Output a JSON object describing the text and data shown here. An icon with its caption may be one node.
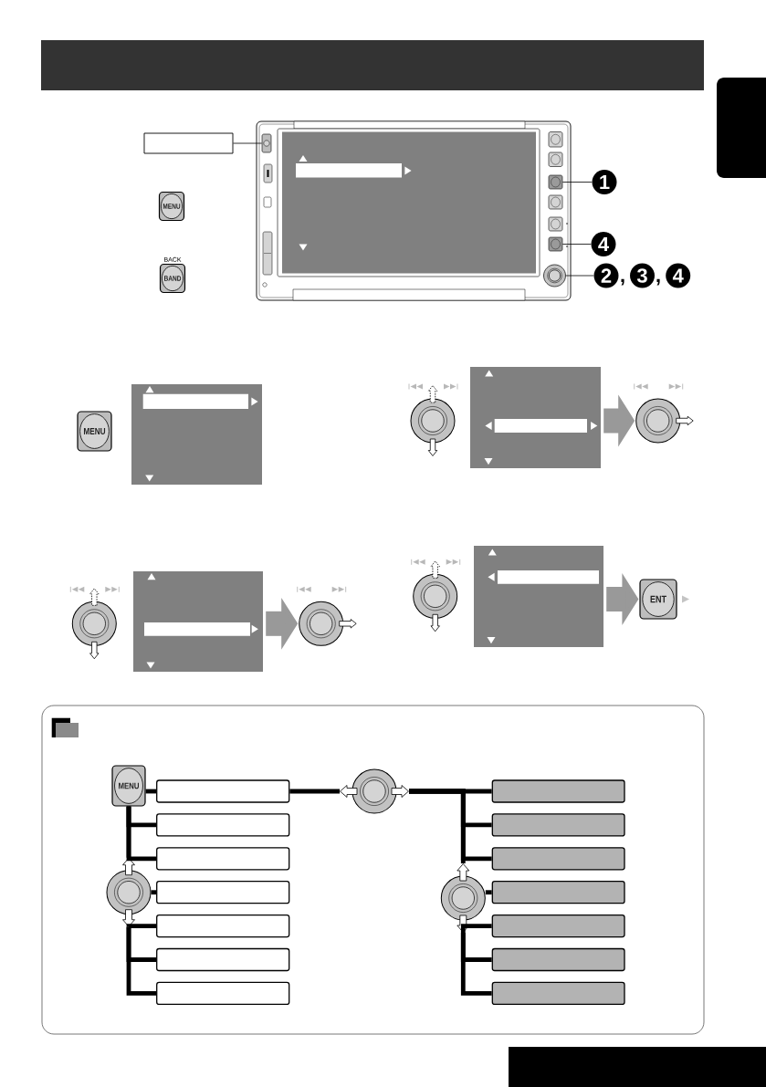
{
  "diagram": {
    "nodes": [
      {
        "text": [],
        "shape": "box"
      },
      {
        "text": [],
        "shape": "picture"
      },
      {
        "text": [],
        "shape": "box",
        "in": 1
      },
      {
        "text": [],
        "shape": "box",
        "in": 1
      },
      {
        "text": [],
        "shape": "box",
        "in": 1
      },
      {
        "text": [],
        "shape": "circle",
        "in": 1
      },
      {
        "text": [
          "1"
        ]
      },
      {
        "text": [
          "4"
        ]
      },
      {
        "text": [
          "2"
        ]
      },
      {
        "text": [
          "3"
        ]
      },
      {
        "text": [
          "4"
        ]
      },
      {
        "text": [
          "MENU"
        ]
      },
      {
        "text": [
          "BAND"
        ],
        "beside": [
          "BACK"
        ]
      },
      {
        "text": [
          "MENU"
        ]
      },
      {
        "text": [],
        "shape": "box"
      },
      {
        "text": [],
        "shape": "circle"
      },
      {
        "text": [],
        "shape": "box"
      },
      {
        "text": [],
        "shape": "circle"
      },
      {
        "text": [],
        "shape": "circle"
      },
      {
        "text": [],
        "shape": "box"
      },
      {
        "text": [],
        "shape": "circle"
      },
      {
        "text": [],
        "shape": "circle"
      },
      {
        "text": [],
        "shape": "box"
      },
      {
        "text": [
          "ENT"
        ]
      },
      {
        "text": [],
        "shape": "box"
      },
      {
        "text": [
          "MENU"
        ],
        "in": 24
      },
      {
        "text": [],
        "shape": "box",
        "in": 24
      },
      {
        "text": [],
        "shape": "box",
        "in": 24
      },
      {
        "text": [],
        "shape": "box",
        "in": 24
      },
      {
        "text": [],
        "shape": "box",
        "in": 24
      },
      {
        "text": [],
        "shape": "box",
        "in": 24
      },
      {
        "text": [],
        "shape": "box",
        "in": 24
      },
      {
        "text": [],
        "shape": "box",
        "in": 24
      },
      {
        "text": [],
        "shape": "circle",
        "in": 24
      },
      {
        "text": [],
        "shape": "circle",
        "in": 24
      },
      {
        "text": [],
        "shape": "circle",
        "in": 24
      },
      {
        "text": [],
        "shape": "box",
        "in": 24
      },
      {
        "text": [],
        "shape": "box",
        "in": 24
      },
      {
        "text": [],
        "shape": "box",
        "in": 24
      },
      {
        "text": [],
        "shape": "box",
        "in": 24
      },
      {
        "text": [],
        "shape": "box",
        "in": 24
      },
      {
        "text": [],
        "shape": "box",
        "in": 24
      },
      {
        "text": [],
        "shape": "box",
        "in": 24
      }
    ],
    "edges": [
      {
        "from": 0,
        "to": 2,
        "arrow": "none"
      },
      {
        "from": 6,
        "to": 3,
        "arrow": "none"
      },
      {
        "from": 7,
        "to": 4,
        "arrow": "none"
      },
      {
        "from": 8,
        "to": 5,
        "arrow": "none"
      },
      {
        "from": 16,
        "to": 17,
        "arrow": "to",
        "style": "thick",
        "color": "#999999"
      },
      {
        "from": 19,
        "to": 20,
        "arrow": "to",
        "style": "thick",
        "color": "#999999"
      },
      {
        "from": 22,
        "to": 23,
        "arrow": "to",
        "style": "thick",
        "color": "#999999"
      },
      {
        "from": 25,
        "to": 26,
        "arrow": "none"
      },
      {
        "from": 25,
        "to": 27,
        "arrow": "none"
      },
      {
        "from": 25,
        "to": 28,
        "arrow": "none"
      },
      {
        "from": 25,
        "to": 34,
        "arrow": "none"
      },
      {
        "from": 34,
        "to": 29,
        "arrow": "none"
      },
      {
        "from": 34,
        "to": 30,
        "arrow": "none"
      },
      {
        "from": 34,
        "to": 31,
        "arrow": "none"
      },
      {
        "from": 34,
        "to": 32,
        "arrow": "none"
      },
      {
        "from": 26,
        "to": 33,
        "arrow": "none"
      },
      {
        "from": 33,
        "to": 36,
        "arrow": "none"
      },
      {
        "from": 33,
        "to": 37,
        "arrow": "none"
      },
      {
        "from": 33,
        "to": 38,
        "arrow": "none"
      },
      {
        "from": 33,
        "to": 35,
        "arrow": "none"
      },
      {
        "from": 35,
        "to": 39,
        "arrow": "none"
      },
      {
        "from": 35,
        "to": 40,
        "arrow": "none"
      },
      {
        "from": 35,
        "to": 41,
        "arrow": "none"
      },
      {
        "from": 35,
        "to": 42,
        "arrow": "none"
      }
    ],
    "labels": [
      ",",
      ","
    ]
  }
}
